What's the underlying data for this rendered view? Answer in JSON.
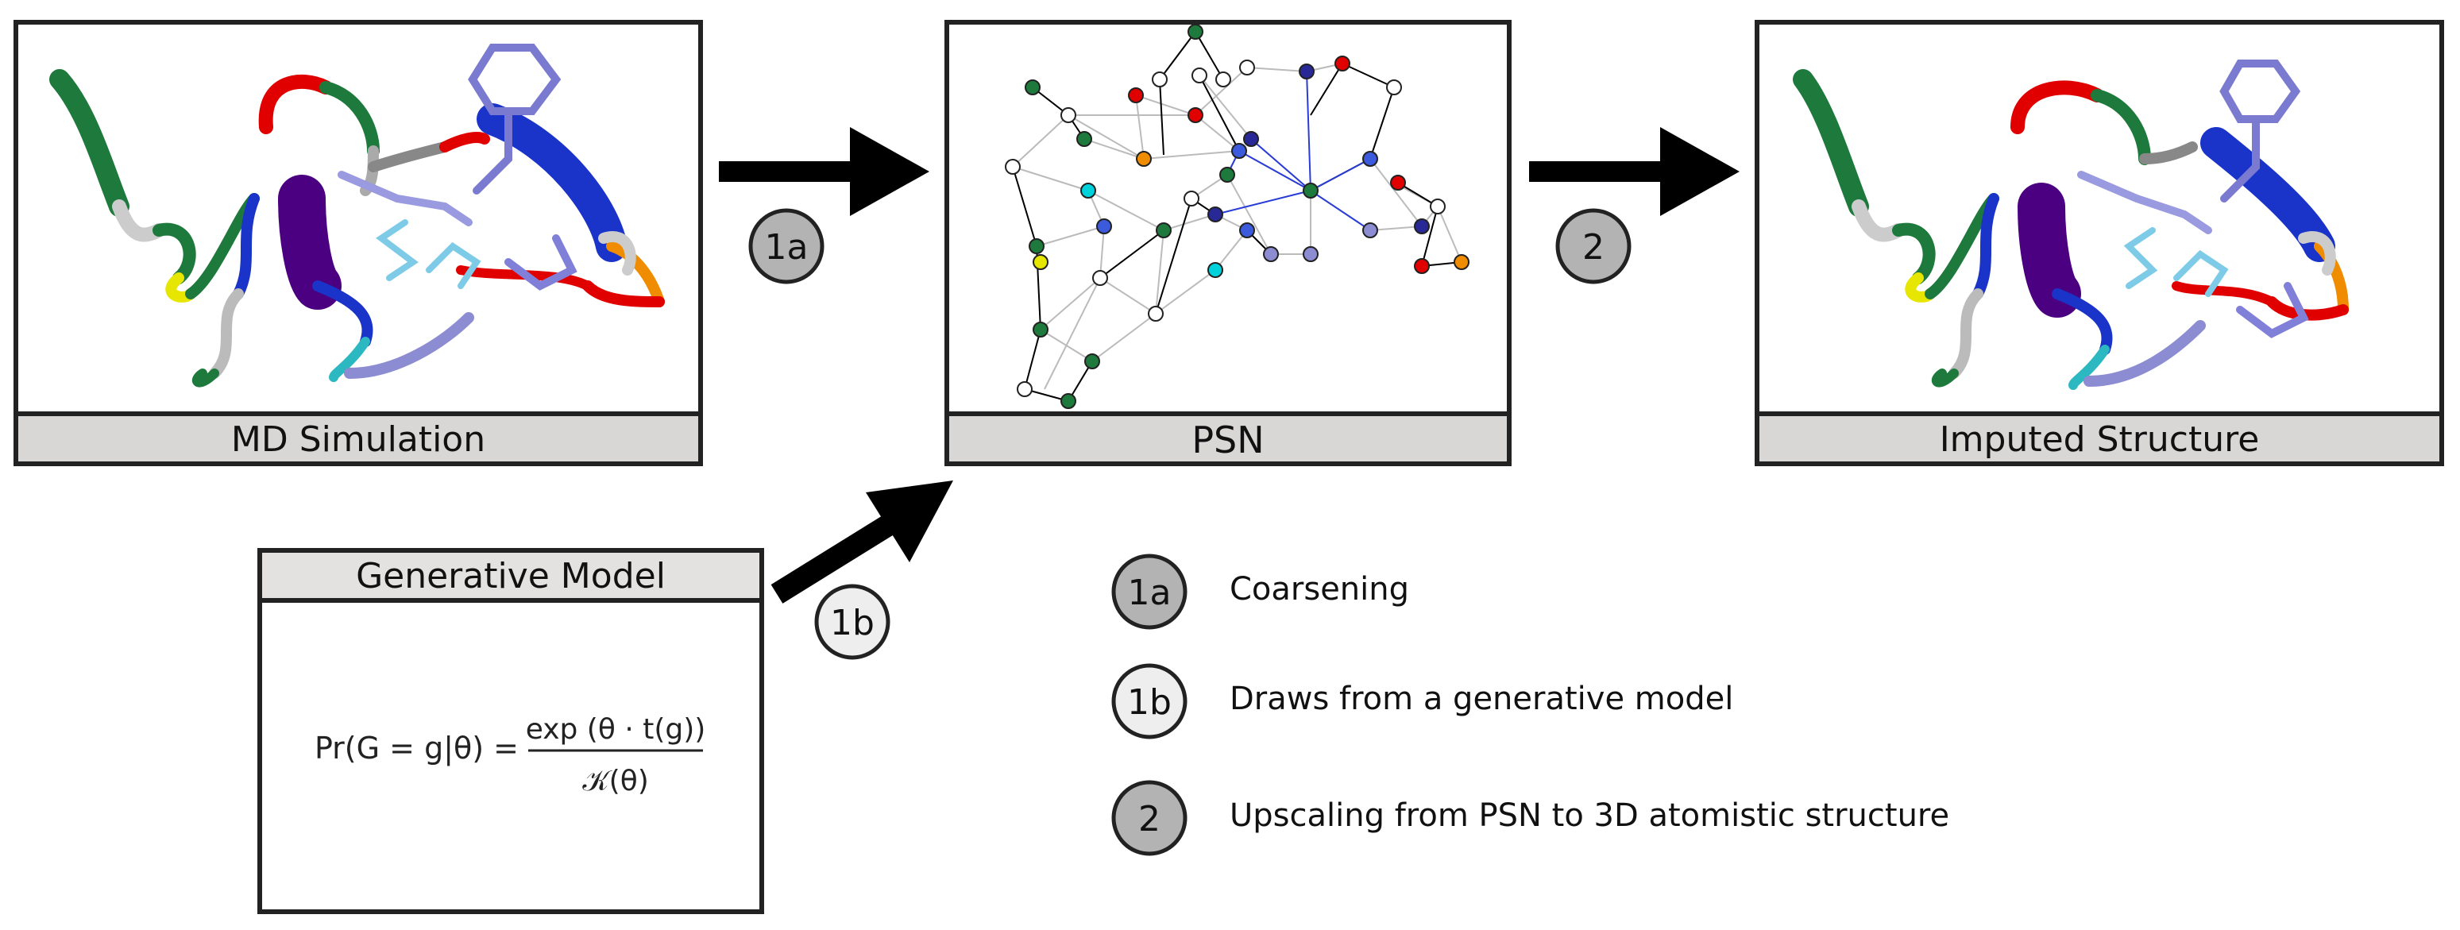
{
  "panels": {
    "md": {
      "label": "MD Simulation"
    },
    "psn": {
      "label": "PSN"
    },
    "imputed": {
      "label": "Imputed Structure"
    },
    "generative": {
      "label": "Generative Model"
    }
  },
  "formula": {
    "lhs": "Pr(G = g|θ) =",
    "numerator": "exp (θ · t(g))",
    "denominator": "𝒦(θ)"
  },
  "steps": {
    "s1a": {
      "badge": "1a",
      "text": "Coarsening",
      "color": "#b3b3b3"
    },
    "s1b": {
      "badge": "1b",
      "text": "Draws from a generative model",
      "color": "#eeeeee"
    },
    "s2": {
      "badge": "2",
      "text": "Upscaling from PSN to 3D atomistic structure",
      "color": "#b3b3b3"
    }
  },
  "colors": {
    "label_bar": "#d9d6d6",
    "arrow": "#000000",
    "residue_palette": [
      "#1e7a3c",
      "#ffffff",
      "#e00000",
      "#f08c00",
      "#3c5adc",
      "#00d2dc",
      "#e6e600",
      "#8c8cd2",
      "#282896"
    ]
  }
}
